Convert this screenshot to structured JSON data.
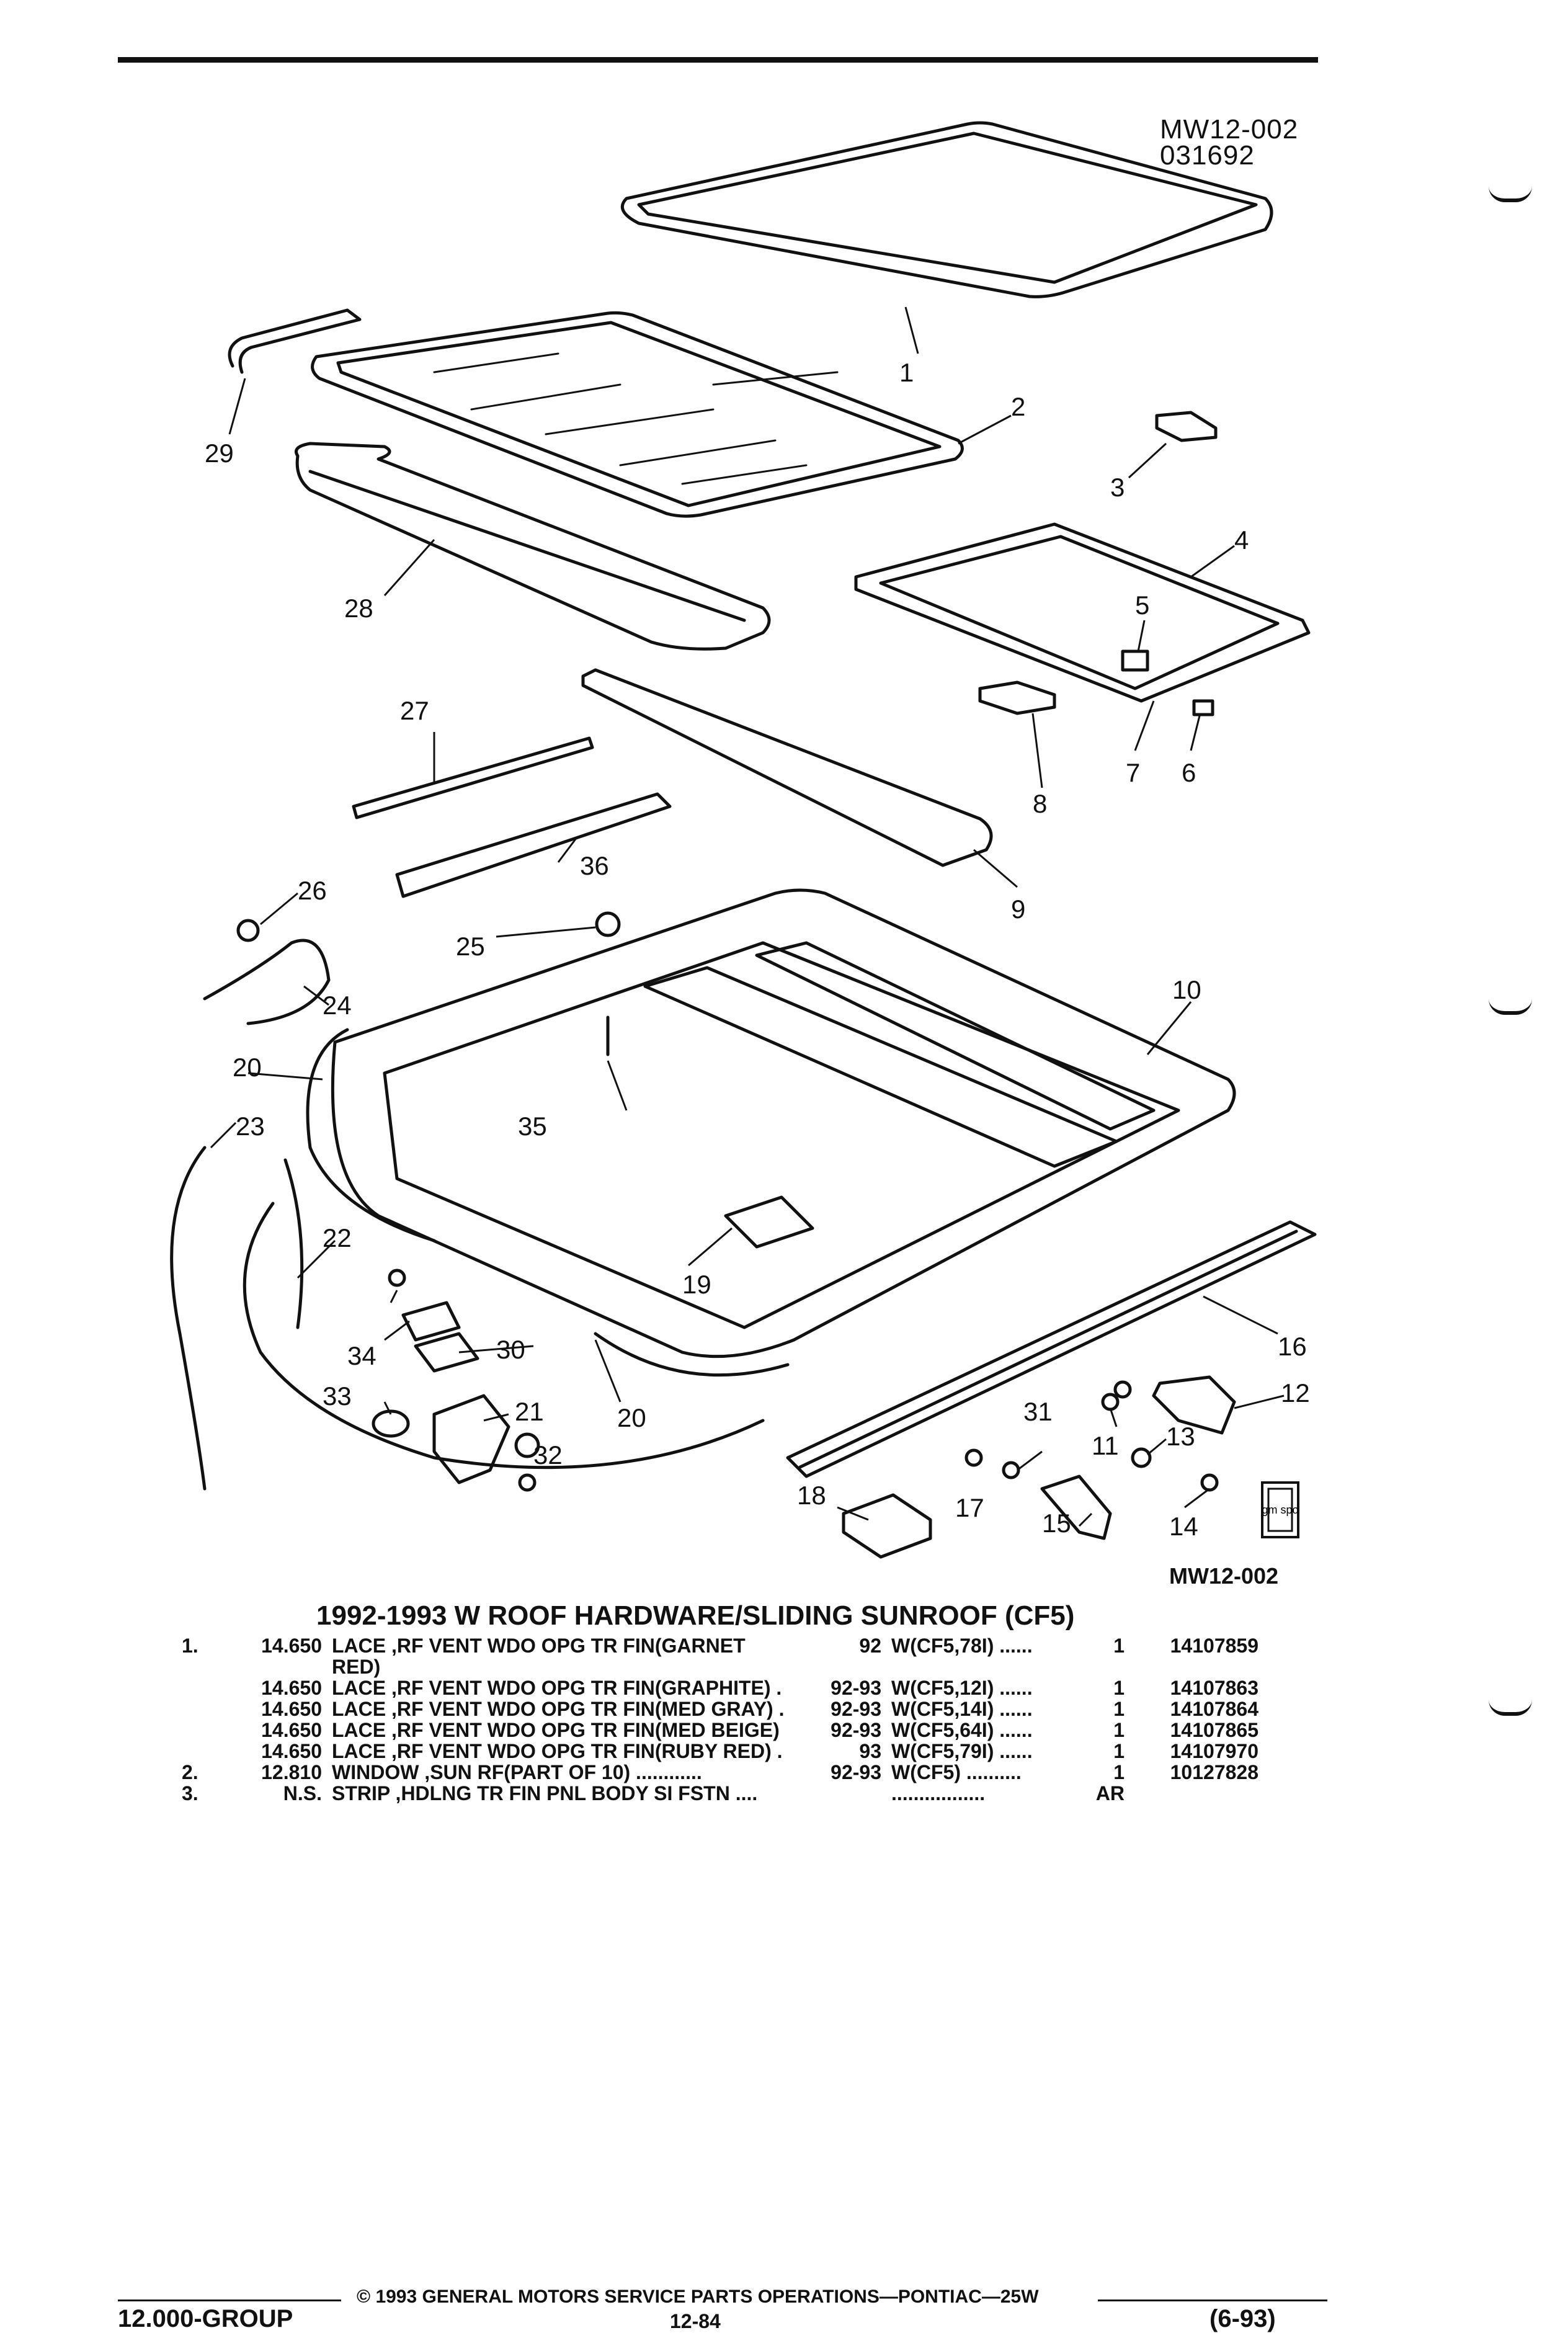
{
  "header": {
    "code_line1": "MW12-002",
    "code_line2": "031692"
  },
  "diagram": {
    "callouts": [
      "1",
      "2",
      "3",
      "4",
      "5",
      "6",
      "7",
      "8",
      "9",
      "10",
      "11",
      "12",
      "13",
      "14",
      "15",
      "16",
      "17",
      "18",
      "19",
      "20",
      "21",
      "22",
      "23",
      "24",
      "25",
      "26",
      "27",
      "28",
      "29",
      "30",
      "31",
      "32",
      "33",
      "34",
      "35",
      "36"
    ],
    "code_bottom": "MW12-002",
    "badge": "gm spo"
  },
  "caption": "1992-1993 W ROOF HARDWARE/SLIDING SUNROOF (CF5)",
  "parts": [
    {
      "num": "1.",
      "group": "14.650",
      "desc": "LACE ,RF VENT WDO OPG TR FIN(GARNET",
      "desc2": "RED)",
      "years": "92",
      "cond": "W(CF5,78I)  ......",
      "qty": "1",
      "pn": "14107859"
    },
    {
      "num": "",
      "group": "14.650",
      "desc": "LACE ,RF VENT WDO OPG TR FIN(GRAPHITE)  .",
      "years": "92-93",
      "cond": "W(CF5,12I)  ......",
      "qty": "1",
      "pn": "14107863"
    },
    {
      "num": "",
      "group": "14.650",
      "desc": "LACE ,RF VENT WDO OPG TR FIN(MED GRAY)  .",
      "years": "92-93",
      "cond": "W(CF5,14I)  ......",
      "qty": "1",
      "pn": "14107864"
    },
    {
      "num": "",
      "group": "14.650",
      "desc": "LACE ,RF VENT WDO OPG TR FIN(MED BEIGE)",
      "years": "92-93",
      "cond": "W(CF5,64I)  ......",
      "qty": "1",
      "pn": "14107865"
    },
    {
      "num": "",
      "group": "14.650",
      "desc": "LACE ,RF VENT WDO OPG TR FIN(RUBY RED)  .",
      "years": "93",
      "cond": "W(CF5,79I)  ......",
      "qty": "1",
      "pn": "14107970"
    },
    {
      "num": "2.",
      "group": "12.810",
      "desc": "WINDOW ,SUN RF(PART OF 10)  ............",
      "years": "92-93",
      "cond": "W(CF5)  ..........",
      "qty": "1",
      "pn": "10127828"
    },
    {
      "num": "3.",
      "group": "N.S.",
      "desc": "STRIP ,HDLNG TR FIN PNL BODY SI FSTN  ....",
      "years": "",
      "cond": ".................",
      "qty": "AR",
      "pn": ""
    }
  ],
  "footer": {
    "copyright": "© 1993 GENERAL MOTORS SERVICE PARTS OPERATIONS—PONTIAC—25W",
    "group": "12.000-GROUP",
    "page": "12-84",
    "date": "(6-93)"
  }
}
